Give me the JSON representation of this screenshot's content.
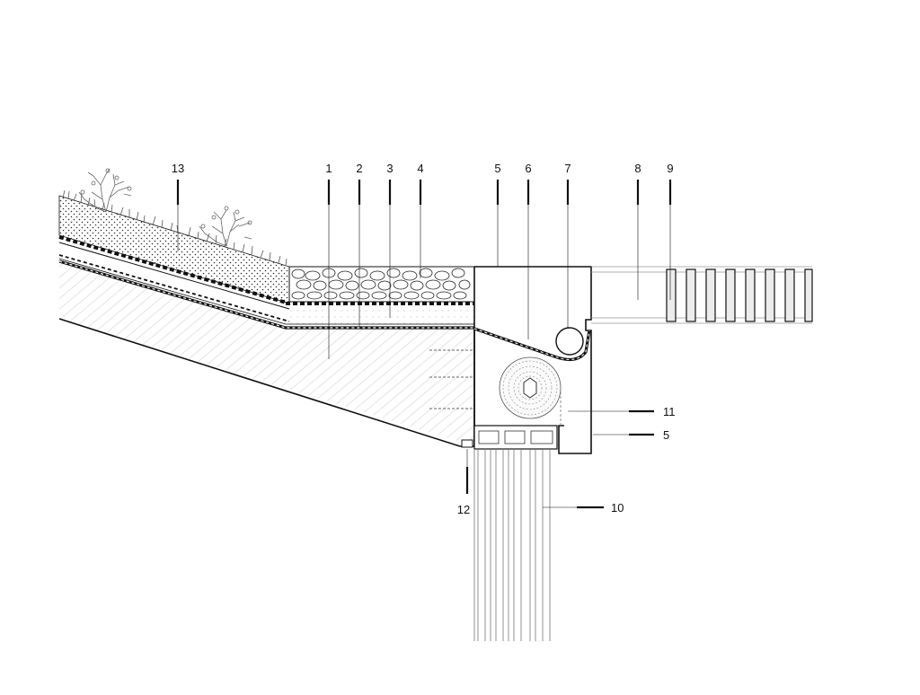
{
  "labels": {
    "l1": "1",
    "l2": "2",
    "l3": "3",
    "l4": "4",
    "l5_top": "5",
    "l6": "6",
    "l7": "7",
    "l8": "8",
    "l9": "9",
    "l10": "10",
    "l11": "11",
    "l5_side": "5",
    "l12": "12",
    "l13": "13"
  },
  "colors": {
    "line": "#111111",
    "hatch": "#8a8a8a",
    "fill_light": "#f4f4f4",
    "background": "#ffffff"
  }
}
